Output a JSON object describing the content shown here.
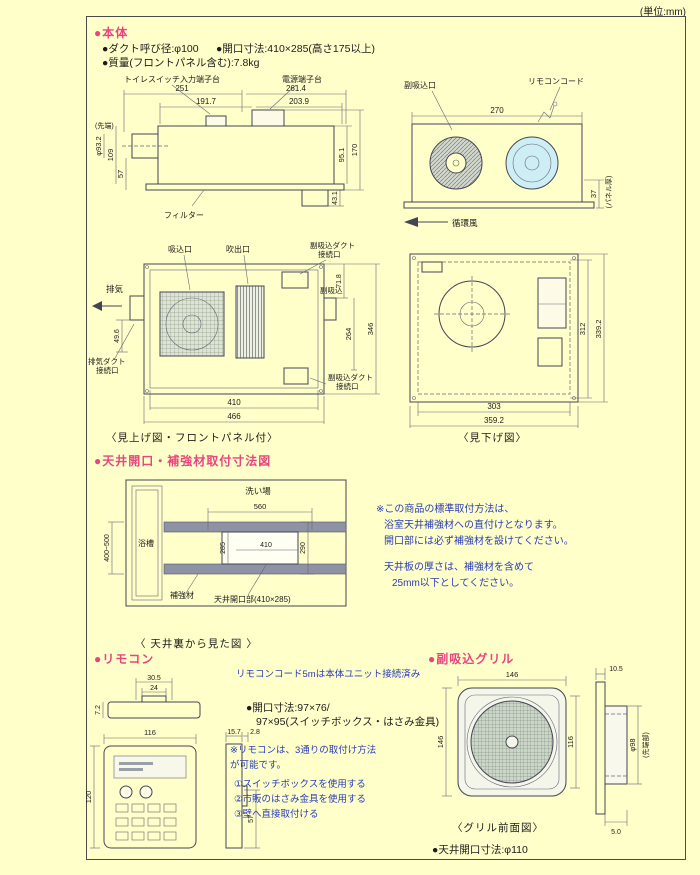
{
  "unit_note": "(単位:mm)",
  "hontai": {
    "title": "●本体",
    "spec_duct": "●ダクト呼び径:φ100",
    "spec_opening": "●開口寸法:410×285(高さ175以上)",
    "spec_mass": "●質量(フロントパネル含む):7.8kg",
    "side": {
      "toilet_switch": "トイレスイッチ入力端子台",
      "power": "電源端子台",
      "filter": "フィルター",
      "tip": "(先端)",
      "d251": "251",
      "d2614": "261.4",
      "d1917": "191.7",
      "d2039": "203.9",
      "d93": "φ93.2",
      "d109": "109",
      "d57": "57",
      "d951": "95.1",
      "d170": "170",
      "d431": "43.1"
    },
    "circ": {
      "cord": "リモコンコード",
      "sub_inlet": "副吸込口",
      "circ_air": "循環風",
      "panel": "(パネル厚)",
      "d270": "270",
      "d37": "37"
    },
    "bottom": {
      "caption": "〈見上げ図・フロントパネル付〉",
      "inlet": "吸込口",
      "outlet": "吹出口",
      "sub_duct1": "副吸込ダクト",
      "sub_duct2": "接続口",
      "exhaust": "排気",
      "exh_duct1": "排気ダクト",
      "exh_duct2": "接続口",
      "sub": "副吸込",
      "d496": "49.6",
      "d718": "71.8",
      "d264": "264",
      "d346": "346",
      "d410": "410",
      "d466": "466"
    },
    "top": {
      "caption": "〈見下げ図〉",
      "d312": "312",
      "d3392": "339.2",
      "d303": "303",
      "d3592": "359.2"
    }
  },
  "ceiling": {
    "title": "●天井開口・補強材取付寸法図",
    "washplace": "洗い場",
    "bathtub": "浴槽",
    "reinforcement": "補強材",
    "opening": "天井開口部(410×285)",
    "d560": "560",
    "d285": "285",
    "d410": "410",
    "d290": "290",
    "d_range": "400~500",
    "caption": "〈 天井裏から見た図 〉",
    "notes": [
      "※この商品の標準取付方法は、",
      "浴室天井補強材への直付けとなります。",
      "開口部には必ず補強材を設けてください。",
      "天井板の厚さは、補強材を含めて",
      "25mm以下としてください。"
    ]
  },
  "remote": {
    "title": "●リモコン",
    "cord_note": "リモコンコード5mは本体ユニット接続済み",
    "spec1": "●開口寸法:97×76/",
    "spec2": "97×95(スイッチボックス・はさみ金具)",
    "notes": [
      "※リモコンは、3通りの取付け方法",
      "が可能です。",
      "①スイッチボックスを使用する",
      "②市販のはさみ金具を使用する",
      "③壁へ直接取付ける"
    ],
    "d305": "30.5",
    "d24": "24",
    "d72": "7.2",
    "d116": "116",
    "d120": "120",
    "d157": "15.7",
    "d28": "2.8",
    "d57": "57"
  },
  "grille": {
    "title": "●副吸込グリル",
    "caption": "〈グリル前面図〉",
    "spec": "●天井開口寸法:φ110",
    "d146w": "146",
    "d146h": "146",
    "d116": "116",
    "d105": "10.5",
    "d98": "φ98",
    "tip": "(先端部)",
    "d50": "5.0"
  }
}
